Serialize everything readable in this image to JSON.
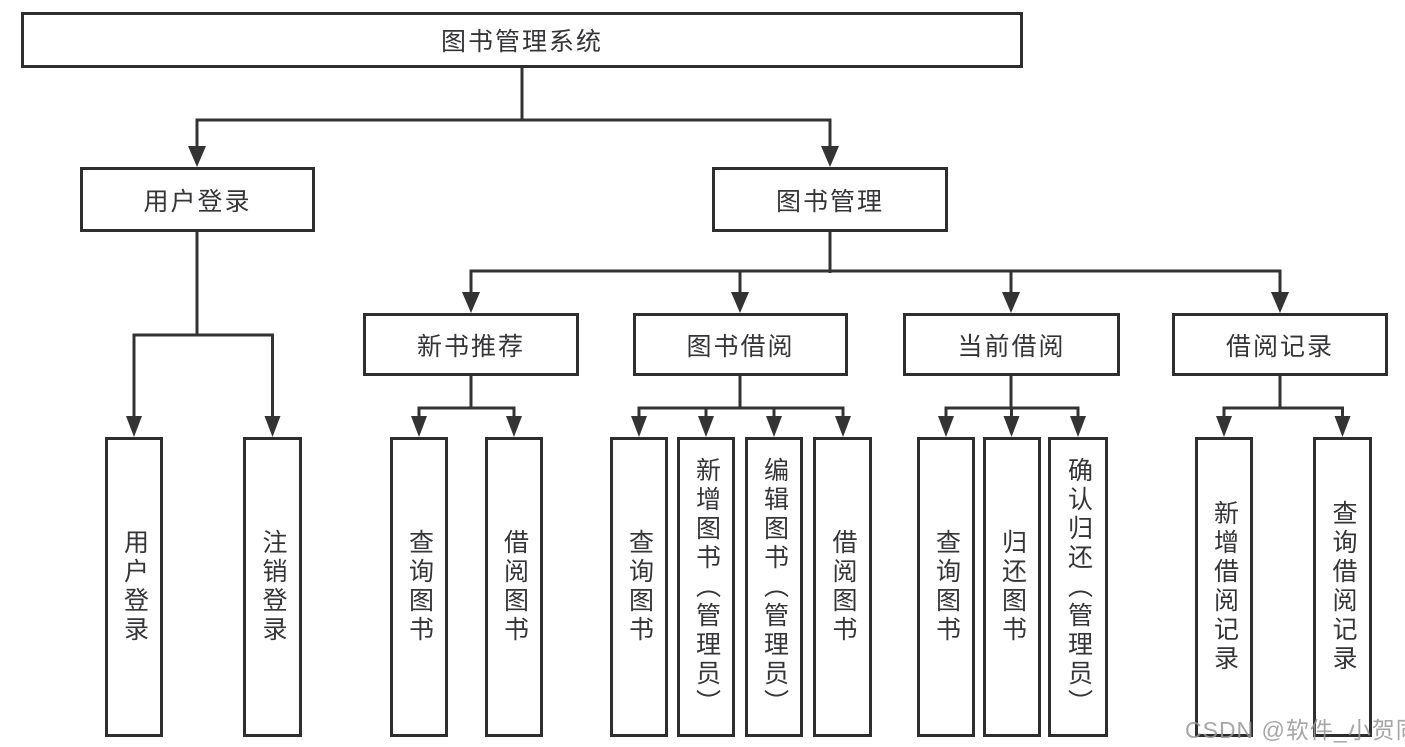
{
  "diagram": {
    "root": {
      "label": "图书管理系统"
    },
    "branches": [
      {
        "label": "用户登录",
        "children": [
          {
            "label": "用户登录"
          },
          {
            "label": "注销登录"
          }
        ]
      },
      {
        "label": "图书管理",
        "children": [
          {
            "label": "新书推荐",
            "children": [
              {
                "label": "查询图书"
              },
              {
                "label": "借阅图书"
              }
            ]
          },
          {
            "label": "图书借阅",
            "children": [
              {
                "label": "查询图书"
              },
              {
                "label": "新增图书（管理员）"
              },
              {
                "label": "编辑图书（管理员）"
              },
              {
                "label": "借阅图书"
              }
            ]
          },
          {
            "label": "当前借阅",
            "children": [
              {
                "label": "查询图书"
              },
              {
                "label": "归还图书"
              },
              {
                "label": "确认归还（管理员）"
              }
            ]
          },
          {
            "label": "借阅记录",
            "children": [
              {
                "label": "新增借阅记录"
              },
              {
                "label": "查询借阅记录"
              }
            ]
          }
        ]
      }
    ]
  },
  "watermark": {
    "text": "CSDN @软件_小贺同学"
  },
  "colors": {
    "line": "#333333",
    "box_border": "#2e2e2e",
    "box_fill": "#ffffff",
    "text": "#353538",
    "watermark": "#969696"
  }
}
